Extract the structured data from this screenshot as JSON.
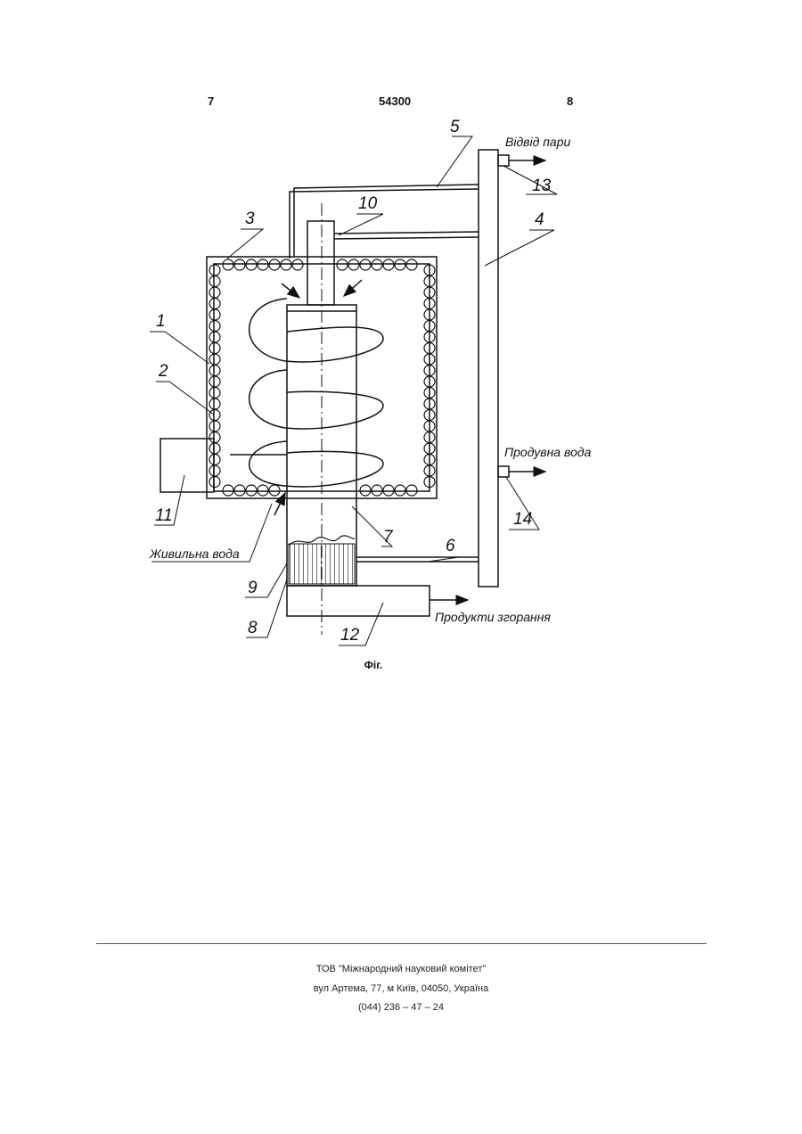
{
  "header": {
    "page_left": "7",
    "patent_number": "54300",
    "page_right": "8"
  },
  "figure": {
    "caption": "Фіг.",
    "reference_numerals": [
      "1",
      "2",
      "3",
      "4",
      "5",
      "6",
      "7",
      "8",
      "9",
      "10",
      "11",
      "12",
      "13",
      "14"
    ],
    "flow_labels": {
      "steam_outlet": "Відвід пари",
      "blowdown_water": "Продувна вода",
      "feed_water": "Живильна вода",
      "combustion_products": "Продукти згорання"
    }
  },
  "footer": {
    "company": "ТОВ \"Міжнародний науковий комітет\"",
    "address": "вул  Артема, 77, м  Київ, 04050, Україна",
    "phone": "(044) 236 – 47 – 24"
  },
  "colors": {
    "ink": "#111111",
    "paper": "#ffffff"
  }
}
